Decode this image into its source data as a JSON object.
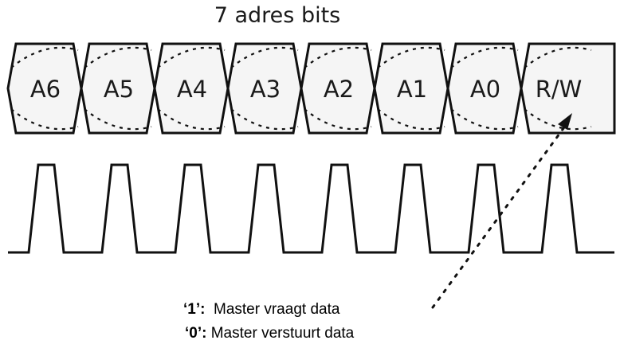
{
  "title": "7 adres bits",
  "bits": [
    {
      "label": "A6"
    },
    {
      "label": "A5"
    },
    {
      "label": "A4"
    },
    {
      "label": "A3"
    },
    {
      "label": "A2"
    },
    {
      "label": "A1"
    },
    {
      "label": "A0"
    },
    {
      "label": "R/W"
    }
  ],
  "notes": [
    {
      "key": "‘1’:",
      "text": "  Master vraagt data"
    },
    {
      "key": "‘0’:",
      "text": " Master verstuurt data"
    }
  ],
  "colors": {
    "stroke": "#111111",
    "fill": "#f5f5f5",
    "text": "#1a1a1a"
  }
}
